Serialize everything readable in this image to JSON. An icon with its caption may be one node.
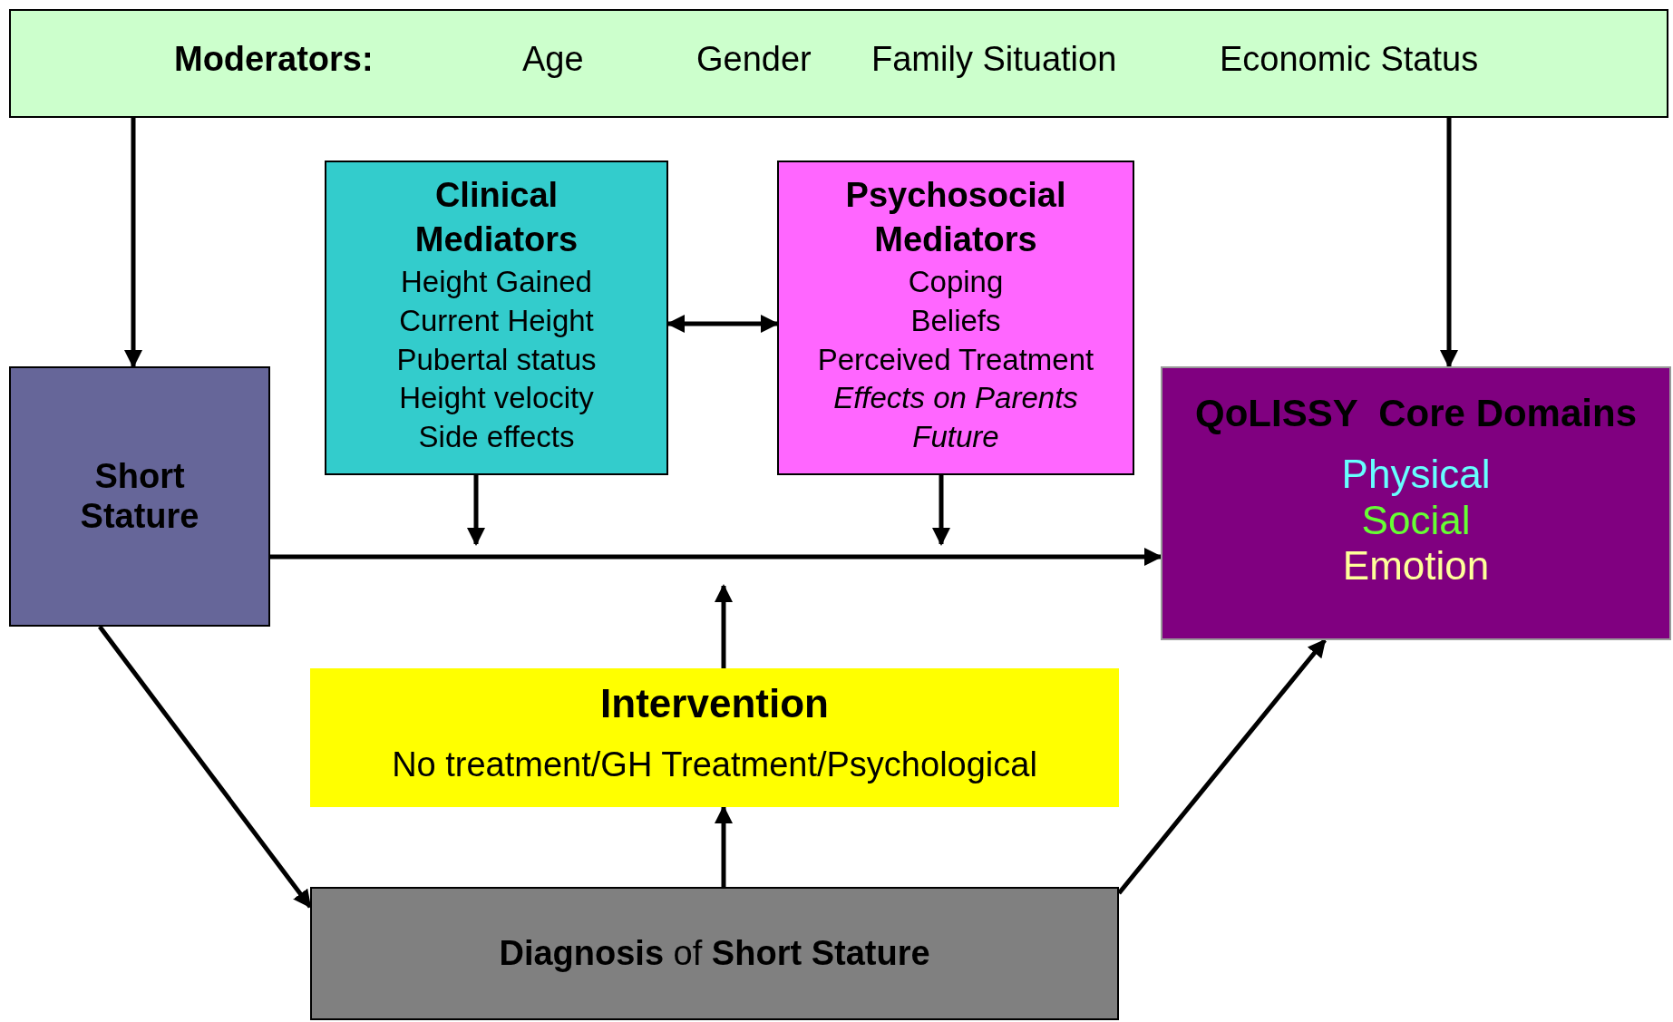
{
  "diagram": {
    "nodes": [
      {
        "text": [
          "Moderators:",
          "Age",
          "Gender",
          "Family Situation",
          "Economic Status"
        ]
      },
      {
        "text": [
          "Clinical Mediators",
          "Height Gained",
          "Current Height",
          "Pubertal status",
          "Height velocity",
          "Side effects"
        ]
      },
      {
        "text": [
          "Psychosocial Mediators",
          "Coping",
          "Beliefs",
          "Perceived Treatment *Effects on Parents* *Future*"
        ]
      },
      {
        "text": [
          "Short Stature"
        ]
      },
      {
        "text": [
          "QoLISSY  Core Domains",
          "Physical",
          "Social",
          "Emotion"
        ]
      },
      {
        "text": [
          "Intervention",
          "No treatment/GH Treatment/Psychological"
        ]
      },
      {
        "text": [
          "**Diagnosis** of **Short Stature**"
        ]
      }
    ],
    "edges": [
      {
        "from": 0,
        "to": 3,
        "arrow": "to"
      },
      {
        "from": 0,
        "to": 4,
        "arrow": "to"
      },
      {
        "from": 1,
        "to": 2,
        "arrow": "both"
      },
      {
        "from": 3,
        "to": 4,
        "arrow": "to"
      },
      {
        "from": 1,
        "to": null,
        "arrow": "to"
      },
      {
        "from": 2,
        "to": null,
        "arrow": "to"
      },
      {
        "from": 5,
        "to": null,
        "arrow": "to"
      },
      {
        "from": 6,
        "to": 5,
        "arrow": "to"
      },
      {
        "from": 3,
        "to": 6,
        "arrow": "to"
      },
      {
        "from": 6,
        "to": 4,
        "arrow": "to"
      }
    ]
  }
}
